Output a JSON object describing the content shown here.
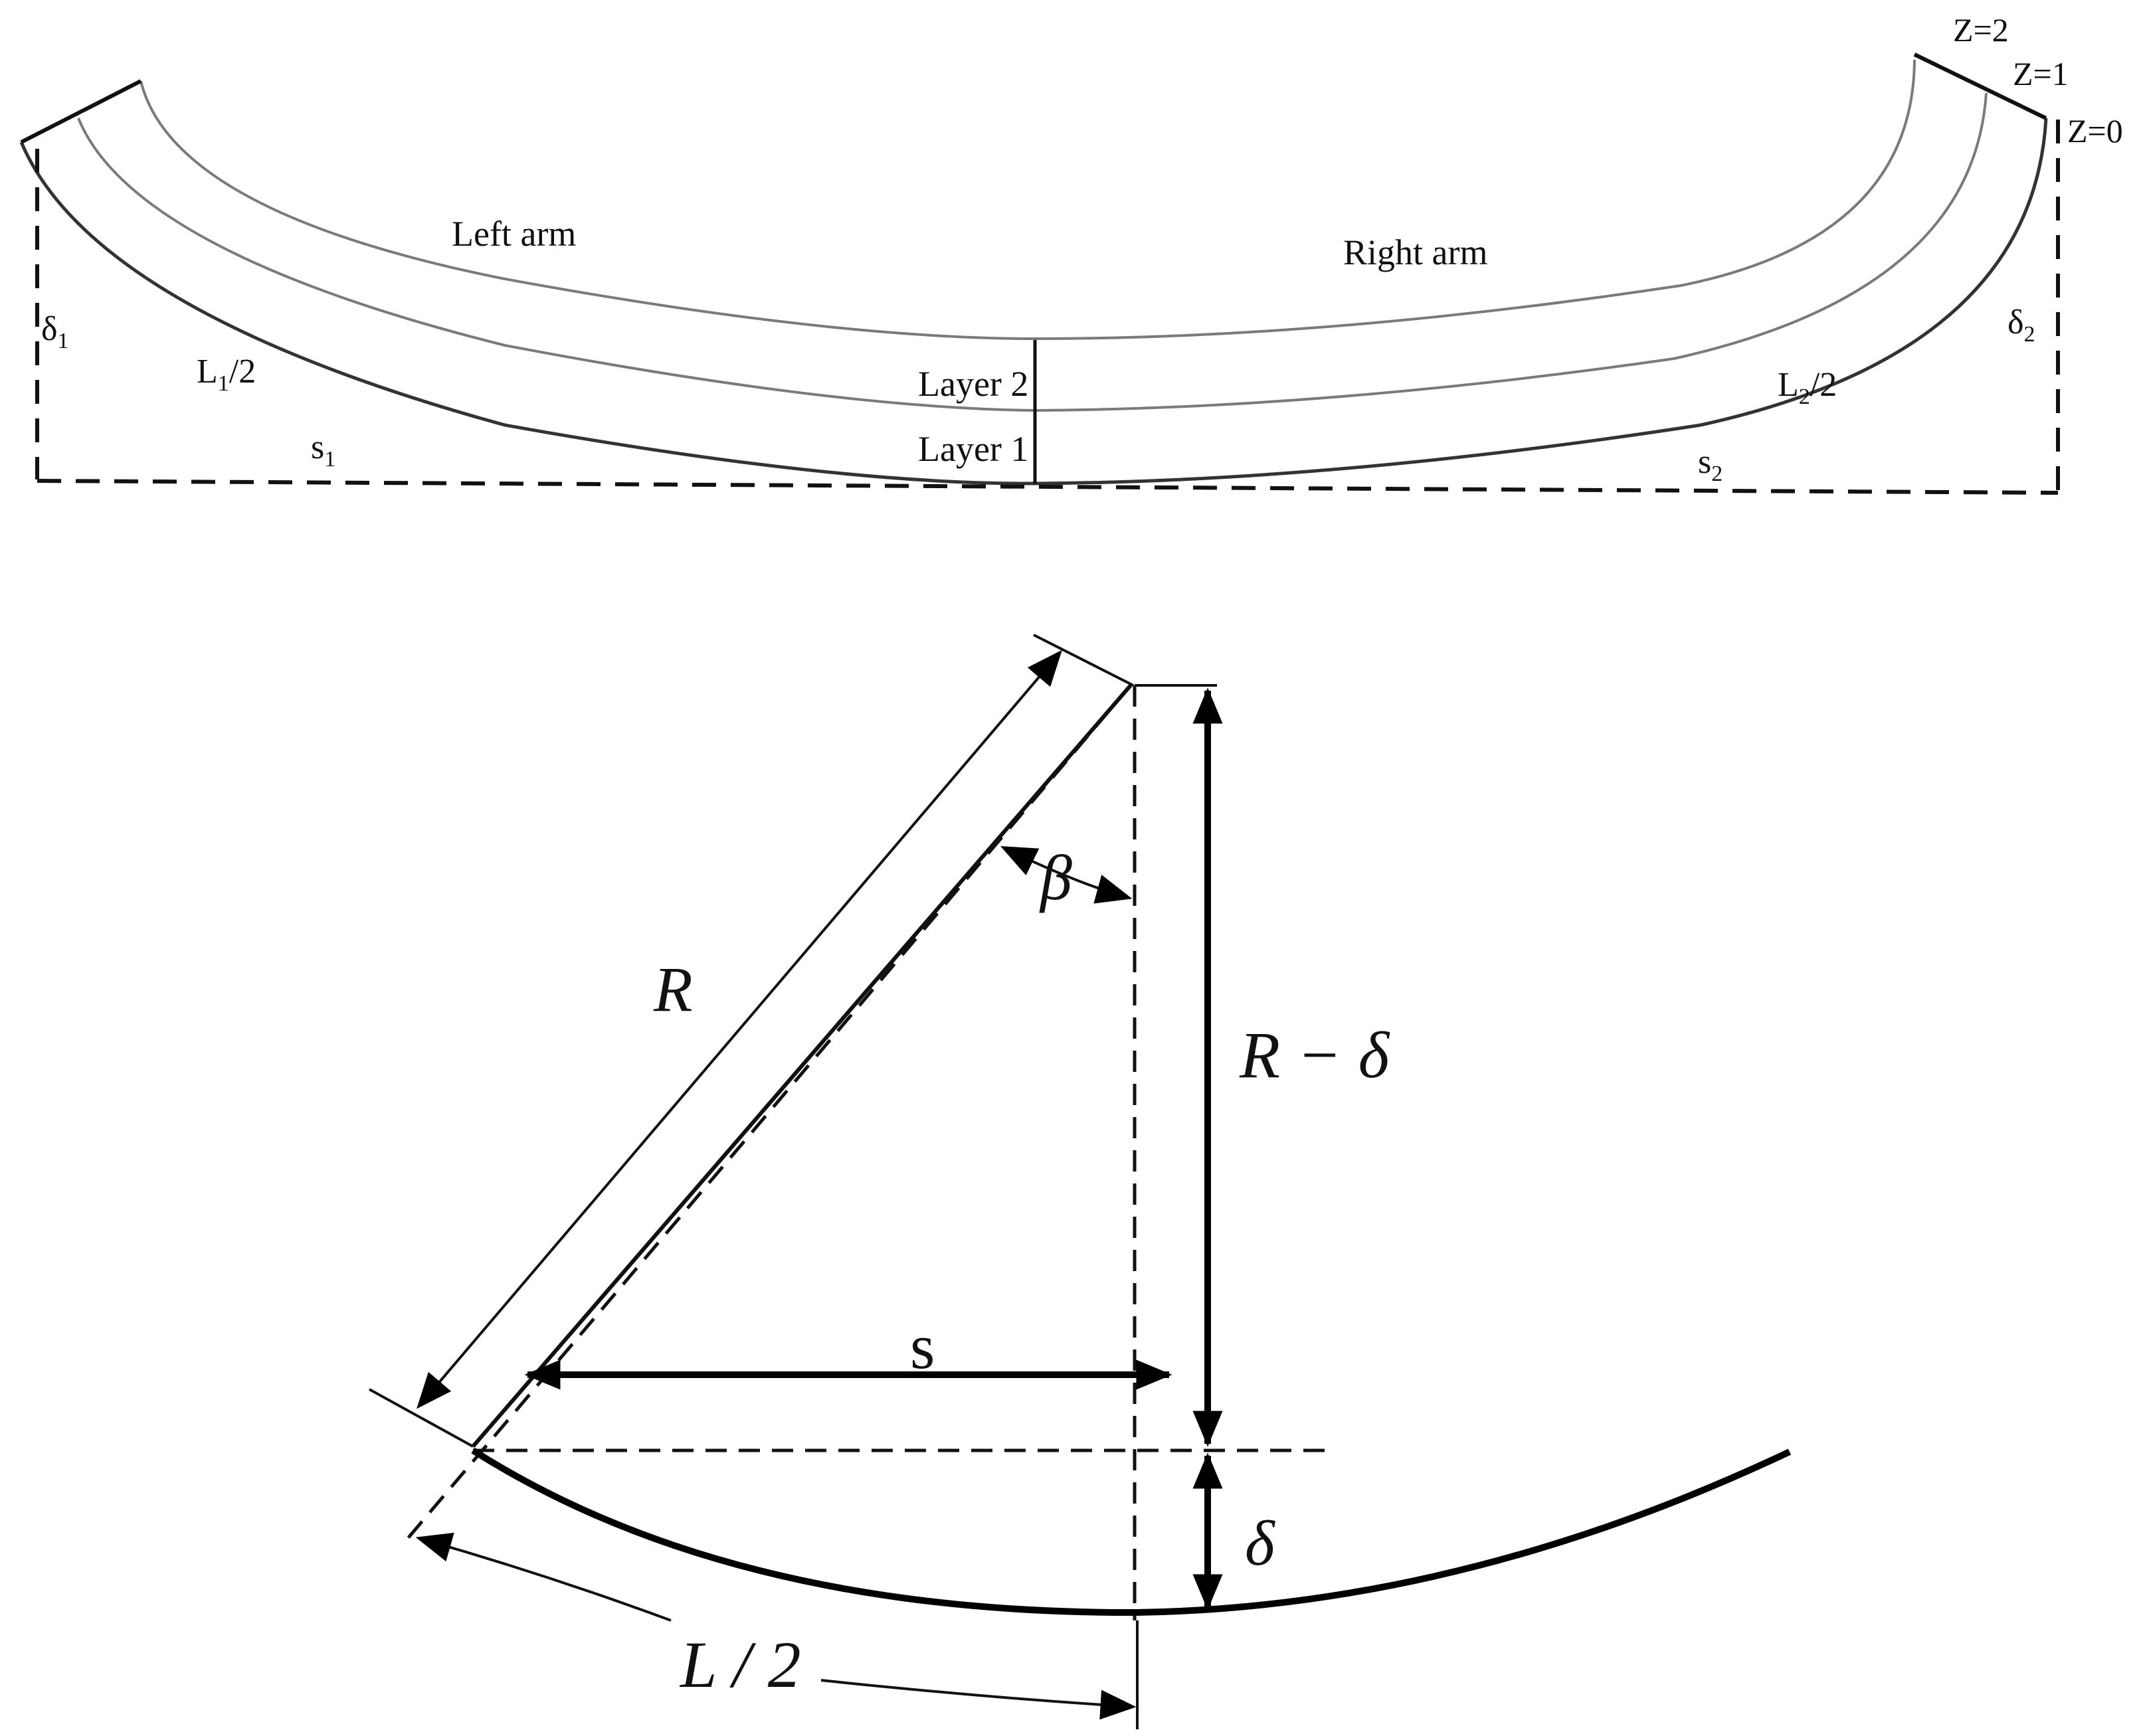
{
  "top_figure": {
    "left_arm": "Left arm",
    "right_arm": "Right arm",
    "layer2": "Layer 2",
    "layer1": "Layer 1",
    "delta1": "δ",
    "delta1_sub": "1",
    "delta2": "δ",
    "delta2_sub": "2",
    "l1_main": "L",
    "l1_sub": "1",
    "l1_tail": "/2",
    "l2_main": "L",
    "l2_sub": "2",
    "l2_tail": "/2",
    "s1_main": "s",
    "s1_sub": "1",
    "s2_main": "s",
    "s2_sub": "2",
    "z2": "Z=2",
    "z1": "Z=1",
    "z0": "Z=0"
  },
  "bottom_figure": {
    "r": "R",
    "beta": "β",
    "r_minus_delta": "R − δ",
    "s": "s",
    "delta": "δ",
    "l_half": "L / 2"
  }
}
